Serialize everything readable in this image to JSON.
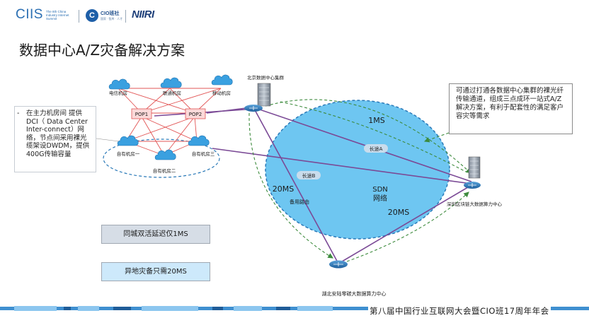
{
  "header": {
    "logo_ciis": "CIIS",
    "logo_ciis_sub": "The 8th China Industry Internet Summit",
    "logo_cio": "CIO班社",
    "logo_cio_sub": "国家 · 智库 · 人才",
    "logo_niiri": "NIIRI"
  },
  "title": "数据中心A/Z灾备解决方案",
  "note_left": "在主力机房间 提供DCI（ Data Center Inter-connect）网络，节点间采用裸光缆架设DWDM，提供400G传输容量",
  "note_right": "可通过打通各数据中心集群的裸光纤传输通道，组成三点成环一站式A/Z解决方案，有利于配套性的满足客户容灾等需求",
  "diagram": {
    "clouds": [
      "电信机房",
      "联通机房",
      "移动机房"
    ],
    "pops": [
      "POP1",
      "POP2"
    ],
    "own_rooms": [
      "自有机房一",
      "自有机房二",
      "自有机房三"
    ],
    "beijing": "北京数据中心集群",
    "shenzhen": "深圳区块链大数据算力中心",
    "hubei": "湖北安陆零碳大数据算力中心",
    "line_a": "长途A",
    "line_b": "长途B",
    "latency_top": "1MS",
    "latency_left": "20MS",
    "latency_right": "20MS",
    "backup_route": "备用路由",
    "sdn": "SDN",
    "sdn_net": "网络"
  },
  "banners": {
    "city": "同城双活延迟仅1MS",
    "remote": "异地灾备只需20MS"
  },
  "footer": "第八届中国行业互联网大会暨CIO班17周年年会"
}
